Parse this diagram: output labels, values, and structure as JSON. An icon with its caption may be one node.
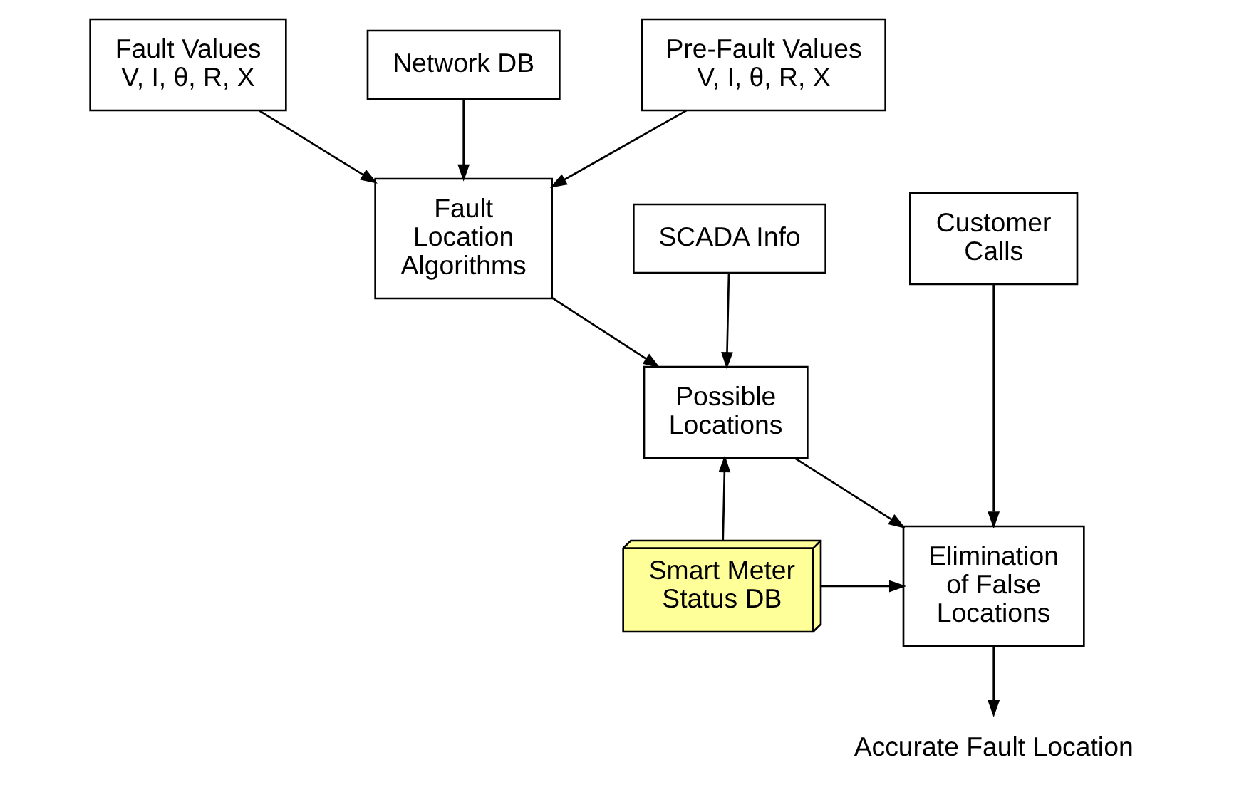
{
  "diagram": {
    "nodes": [
      {
        "text": [
          "Fault Values",
          "V, I, θ, R, X"
        ]
      },
      {
        "text": [
          "Network DB"
        ]
      },
      {
        "text": [
          "Pre-Fault Values",
          "V, I, θ, R, X"
        ]
      },
      {
        "text": [
          "SCADA Info"
        ]
      },
      {
        "text": [
          "Fault Location Algorithms"
        ]
      },
      {
        "text": [
          "Customer Calls"
        ]
      },
      {
        "text": [
          "Possible Locations"
        ]
      },
      {
        "text": [
          "Smart Meter Status DB"
        ]
      },
      {
        "text": [
          "Elimination of False Locations"
        ]
      },
      {
        "text": [
          "Accurate Fault Location"
        ]
      }
    ],
    "edges": [
      {
        "from": 0,
        "to": 4,
        "arrow": "to"
      },
      {
        "from": 1,
        "to": 4,
        "arrow": "to"
      },
      {
        "from": 2,
        "to": 4,
        "arrow": "to"
      },
      {
        "from": 4,
        "to": 6,
        "arrow": "to"
      },
      {
        "from": 3,
        "to": 6,
        "arrow": "to"
      },
      {
        "from": 7,
        "to": 6,
        "arrow": "to"
      },
      {
        "from": 6,
        "to": 8,
        "arrow": "to"
      },
      {
        "from": 7,
        "to": 8,
        "arrow": "to"
      },
      {
        "from": 5,
        "to": 8,
        "arrow": "to"
      },
      {
        "from": 8,
        "to": 9,
        "arrow": "to"
      }
    ]
  }
}
